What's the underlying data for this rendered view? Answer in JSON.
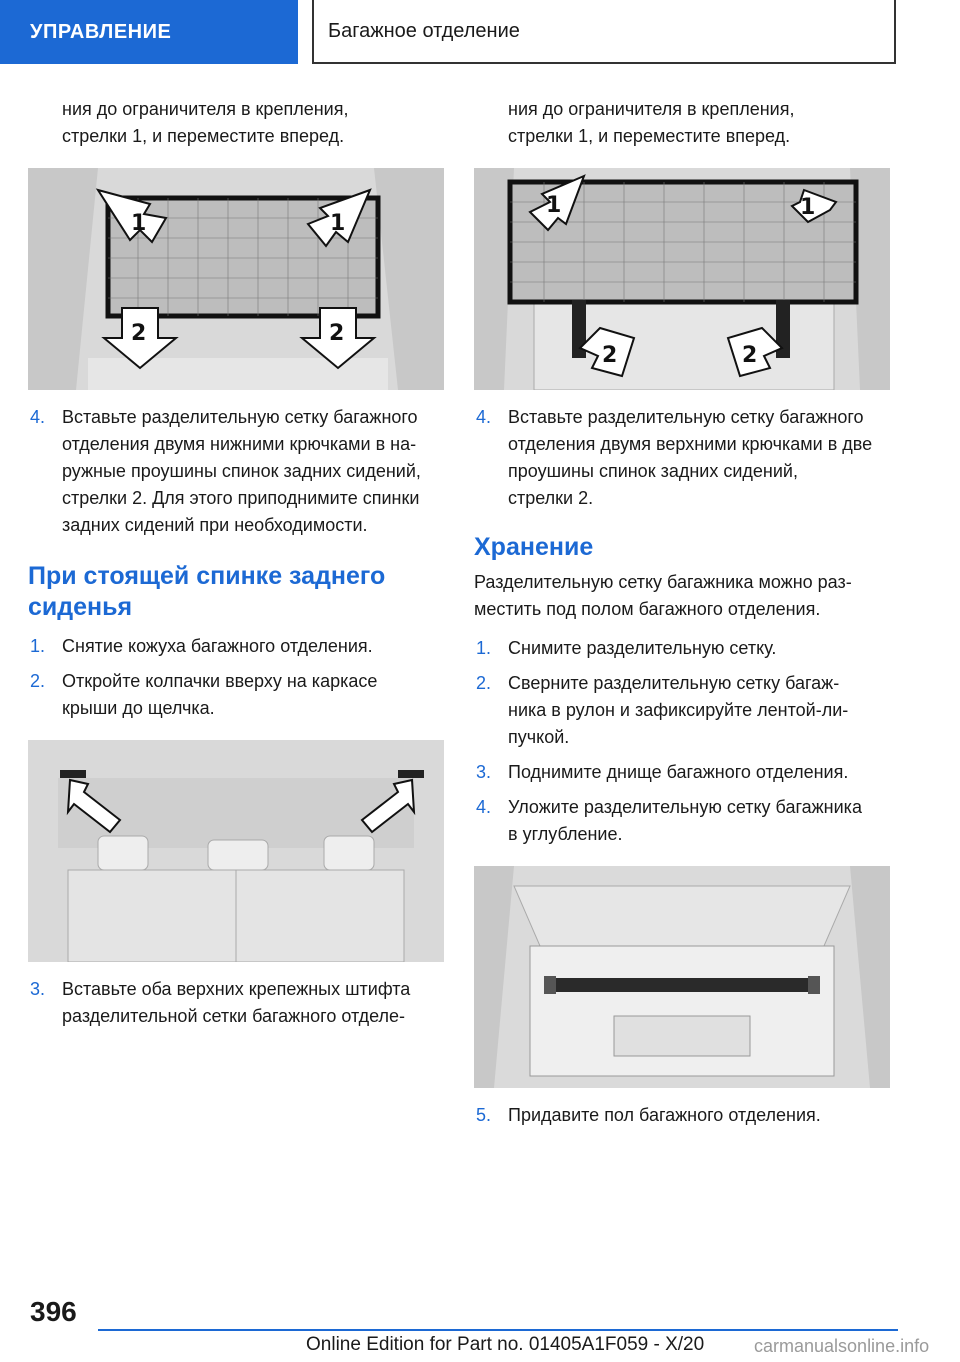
{
  "header": {
    "section": "УПРАВЛЕНИЕ",
    "chapter": "Багажное отделение"
  },
  "left": {
    "intro_line1": "ния до ограничителя в крепления,",
    "intro_line2": "стрелки 1, и переместите вперед.",
    "fig1_labels": {
      "a1": "1",
      "a2": "1",
      "b1": "2",
      "b2": "2"
    },
    "step4": {
      "num": "4.",
      "lines": [
        "Вставьте разделительную сетку багажного",
        "отделения двумя нижними крючками в на-",
        "ружные проушины спинок задних сидений,",
        "стрелки 2. Для этого приподнимите спинки",
        "задних сидений при необходимости."
      ]
    },
    "heading": {
      "line1": "При стоящей спинке заднего",
      "line2": "сиденья"
    },
    "step1": {
      "num": "1.",
      "text": "Снятие кожуха багажного отделения."
    },
    "step2": {
      "num": "2.",
      "lines": [
        "Откройте колпачки вверху на каркасе",
        "крыши до щелчка."
      ]
    },
    "step3": {
      "num": "3.",
      "lines": [
        "Вставьте оба верхних крепежных штифта",
        "разделительной сетки багажного отделе-"
      ]
    }
  },
  "right": {
    "intro_line1": "ния до ограничителя в крепления,",
    "intro_line2": "стрелки 1, и переместите вперед.",
    "fig3_labels": {
      "a1": "1",
      "a2": "1",
      "b1": "2",
      "b2": "2"
    },
    "step4": {
      "num": "4.",
      "lines": [
        "Вставьте разделительную сетку багажного",
        "отделения двумя верхними крючками в две",
        "проушины спинок задних сидений,",
        "стрелки 2."
      ]
    },
    "heading": "Хранение",
    "storage_text": [
      "Разделительную сетку багажника можно раз-",
      "местить под полом багажного отделения."
    ],
    "step1": {
      "num": "1.",
      "text": "Снимите разделительную сетку."
    },
    "step2": {
      "num": "2.",
      "lines": [
        "Сверните разделительную сетку багаж-",
        "ника в рулон и зафиксируйте лентой-ли-",
        "пучкой."
      ]
    },
    "step3": {
      "num": "3.",
      "text": "Поднимите днище багажного отделения."
    },
    "step4b": {
      "num": "4.",
      "lines": [
        "Уложите разделительную сетку багажника",
        "в углубление."
      ]
    },
    "step5": {
      "num": "5.",
      "text": "Придавите пол багажного отделения."
    }
  },
  "footer": {
    "page_number": "396",
    "edition": "Online Edition for Part no. 01405A1F059 - X/20",
    "watermark": "carmanualsonline.info"
  },
  "colors": {
    "accent": "#1c69d4",
    "text": "#1a1a1a"
  }
}
